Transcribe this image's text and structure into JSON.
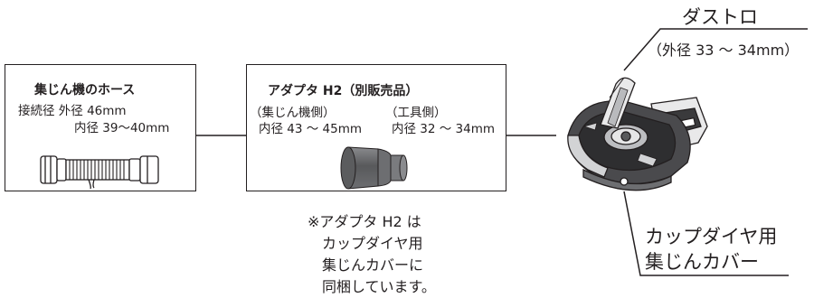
{
  "hose_box": {
    "title": "集じん機のホース",
    "line1": "接続径  外径 46mm",
    "line2": "内径 39～40mm"
  },
  "adapter_box": {
    "title": "アダプタ H2（別販売品）",
    "left_head": "（集じん機側）",
    "left_value": "内径 43 ～ 45mm",
    "right_head": "（工具側）",
    "right_value": "内径 32 ～ 34mm"
  },
  "dust_port": {
    "label": "ダストロ",
    "sub": "（外径 33 ～ 34mm）"
  },
  "cover": {
    "line1": "カップダイヤ用",
    "line2": "集じんカバー"
  },
  "note": {
    "line1": "※アダプタ H2 は",
    "line2": "　カップダイヤ用",
    "line3": "　集じんカバーに",
    "line4": "　同梱しています。"
  },
  "colors": {
    "ink": "#231f20",
    "adapter_gray": "#6d6e71",
    "cover_dark": "#3a3a3c"
  }
}
